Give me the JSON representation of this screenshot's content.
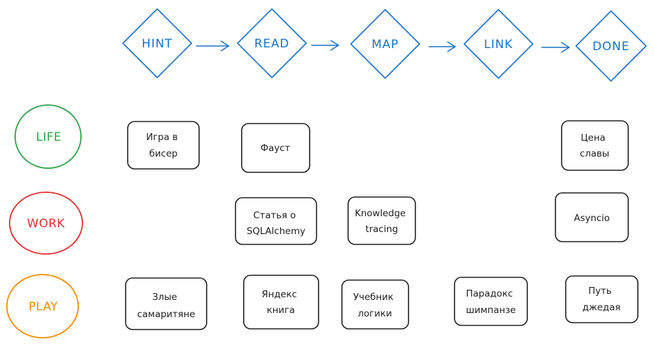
{
  "stages": [
    {
      "label": "HINT"
    },
    {
      "label": "READ"
    },
    {
      "label": "MAP"
    },
    {
      "label": "LINK"
    },
    {
      "label": "DONE"
    }
  ],
  "categories": [
    {
      "label": "LIFE",
      "color": "#2f9e44"
    },
    {
      "label": "WORK",
      "color": "#e03131"
    },
    {
      "label": "PLAY",
      "color": "#f08c00"
    }
  ],
  "cards": {
    "life_hint": [
      "Игра в",
      "бисер"
    ],
    "life_read": [
      "Фауст"
    ],
    "life_done": [
      "Цена",
      "славы"
    ],
    "work_read": [
      "Статья о",
      "SQLAlchemy"
    ],
    "work_map": [
      "Knowledge",
      "tracing"
    ],
    "work_done": [
      "Asyncio"
    ],
    "play_hint": [
      "Злые",
      "самаритяне"
    ],
    "play_read": [
      "Яндекс",
      "книга"
    ],
    "play_map": [
      "Учебник",
      "логики"
    ],
    "play_link": [
      "Парадокс",
      "шимпанзе"
    ],
    "play_done": [
      "Путь",
      "джедая"
    ]
  },
  "colors": {
    "stage": "#1971c2",
    "card_stroke": "#1e1e1e"
  }
}
